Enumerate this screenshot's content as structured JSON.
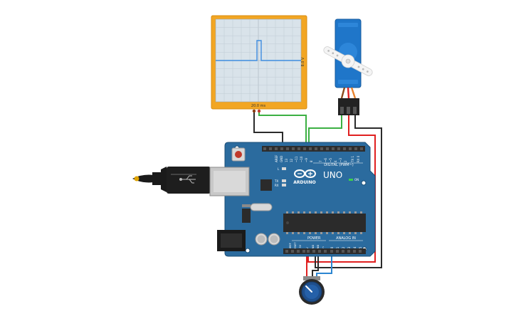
{
  "oscilloscope": {
    "time_label": "20.0 ms",
    "volt_label": "8.0 V",
    "colors": {
      "frame": "#f2a623",
      "screen": "#d9e3ea",
      "trace": "#3f8de0",
      "grid": "#bfcbd4"
    }
  },
  "arduino": {
    "brand": "ARDUINO",
    "model": "UNO",
    "digital_label": "DIGITAL (PWM~)",
    "power_label": "POWER",
    "analog_label": "ANALOG IN",
    "on_label": "ON",
    "l_label": "L",
    "tx_label": "TX",
    "rx_label": "RX",
    "top_header_labels": [
      "AREF",
      "GND",
      "13",
      "12",
      "~11",
      "~10",
      "~9",
      "8",
      "7",
      "~6",
      "~5",
      "4",
      "~3",
      "2",
      "TX 1",
      "RX 0"
    ],
    "power_pin_labels": [
      "IOREF",
      "RESET",
      "3.3V",
      "5V",
      "GND",
      "GND",
      "Vin"
    ],
    "analog_pin_labels": [
      "A0",
      "A1",
      "A2",
      "A3",
      "A4",
      "A5"
    ],
    "colors": {
      "board": "#2b6b9e",
      "header": "#2d2d2d",
      "text": "#ffffff"
    }
  },
  "servo": {
    "colors": {
      "body": "#1f76c9",
      "horn": "#f4f4f4"
    }
  },
  "potentiometer": {
    "colors": {
      "knob": "#1f4f8c",
      "base": "#2a2a2a"
    }
  },
  "wires": {
    "colors": {
      "black": "#2b2b2b",
      "red": "#e02020",
      "green": "#3cb043",
      "blue": "#2c86d1",
      "brown": "#8a4a1c",
      "orange": "#e8822c"
    }
  }
}
